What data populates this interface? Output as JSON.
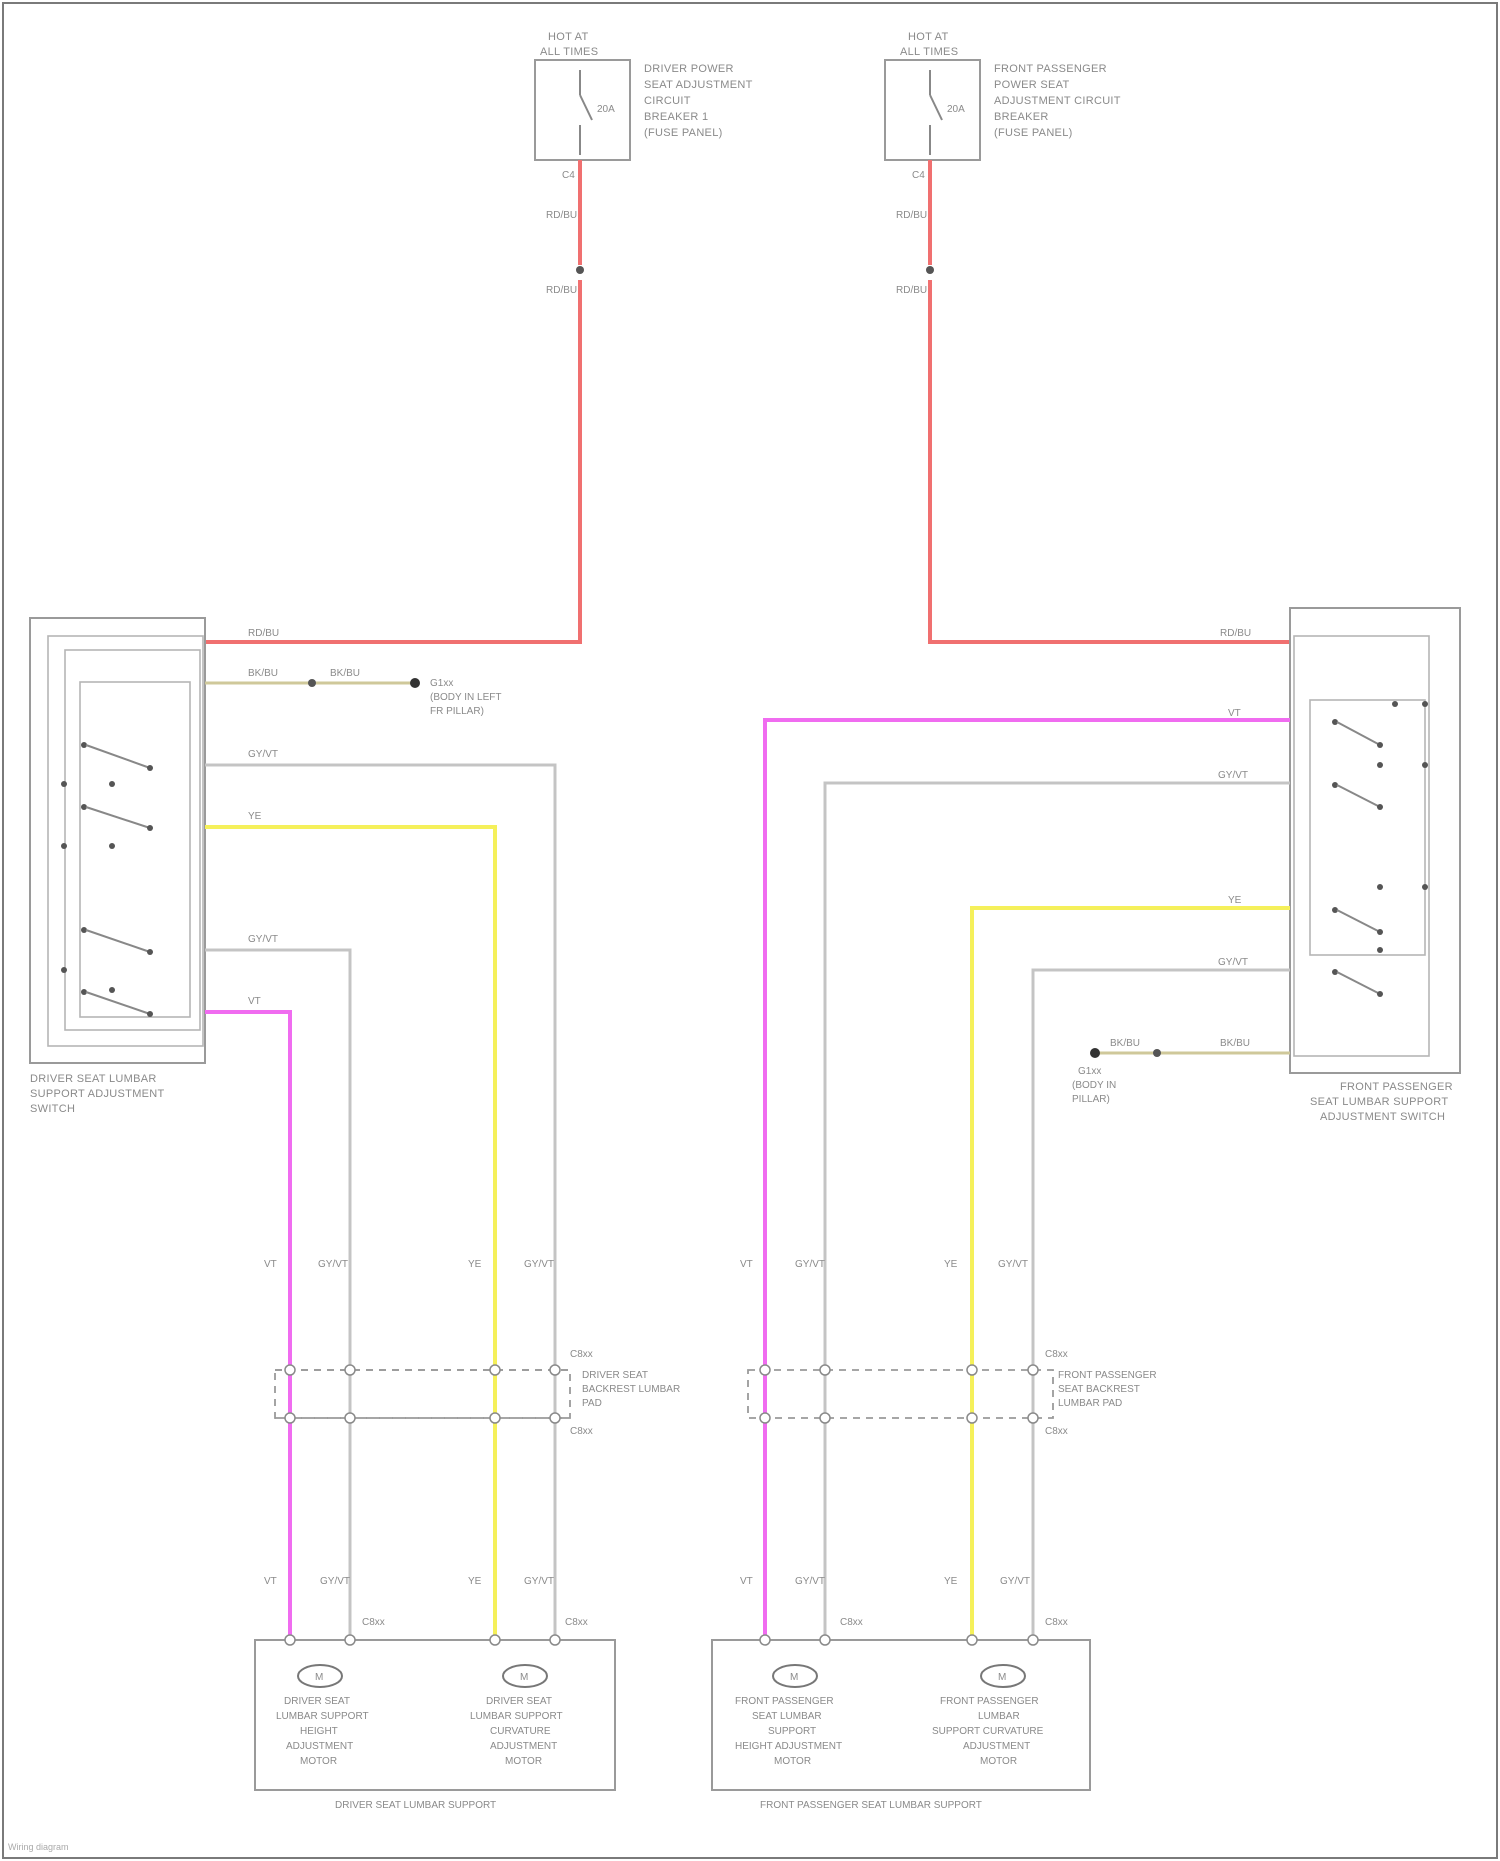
{
  "fuses": {
    "left": {
      "top": "HOT AT",
      "sub": "ALL TIMES",
      "desc": [
        "DRIVER POWER",
        "SEAT ADJUSTMENT",
        "CIRCUIT",
        "BREAKER 1",
        "(FUSE PANEL)"
      ],
      "rating": "20A",
      "pin": "C4",
      "wire1": "RD/BU",
      "wire2": "RD/BU"
    },
    "right": {
      "top": "HOT AT",
      "sub": "ALL TIMES",
      "desc": [
        "FRONT PASSENGER",
        "POWER SEAT",
        "ADJUSTMENT CIRCUIT",
        "BREAKER",
        "(FUSE PANEL)"
      ],
      "rating": "20A",
      "pin": "C4",
      "wire1": "RD/BU",
      "wire2": "RD/BU"
    }
  },
  "left_switch": {
    "name": [
      "DRIVER SEAT LUMBAR",
      "SUPPORT ADJUSTMENT",
      "SWITCH"
    ],
    "wires": {
      "power": "RD/BU",
      "ground1": "BK/BU",
      "ground2": "BK/BU",
      "w1": "GY/VT",
      "w2": "YE",
      "w3": "GY/VT",
      "w4": "VT"
    },
    "ground": [
      "G1xx",
      "(BODY IN LEFT",
      "FR PILLAR)"
    ]
  },
  "right_switch": {
    "name": [
      "FRONT PASSENGER",
      "SEAT LUMBAR SUPPORT",
      "ADJUSTMENT SWITCH"
    ],
    "wires": {
      "power": "RD/BU",
      "w1": "VT",
      "w2": "GY/VT",
      "w3": "YE",
      "w4": "GY/VT",
      "ground1": "BK/BU",
      "ground2": "BK/BU"
    },
    "ground": [
      "G1xx",
      "(BODY IN",
      "PILLAR)"
    ]
  },
  "left_connector": {
    "codes": {
      "upper": "C8xx",
      "lower": "C8xx"
    },
    "name": [
      "DRIVER SEAT",
      "BACKREST LUMBAR",
      "PAD"
    ],
    "top_wires": [
      "VT",
      "GY/VT",
      "YE",
      "GY/VT"
    ],
    "bottom_wires": [
      "VT",
      "GY/VT",
      "YE",
      "GY/VT"
    ]
  },
  "right_connector": {
    "codes": {
      "upper": "C8xx",
      "lower": "C8xx"
    },
    "name": [
      "FRONT PASSENGER",
      "SEAT BACKREST",
      "LUMBAR PAD"
    ],
    "top_wires": [
      "VT",
      "GY/VT",
      "YE",
      "GY/VT"
    ],
    "bottom_wires": [
      "VT",
      "GY/VT",
      "YE",
      "GY/VT"
    ]
  },
  "left_assembly": {
    "title": "DRIVER SEAT LUMBAR SUPPORT",
    "codes": [
      "C8xx",
      "C8xx"
    ],
    "motor1": [
      "DRIVER SEAT",
      "LUMBAR SUPPORT",
      "HEIGHT",
      "ADJUSTMENT",
      "MOTOR"
    ],
    "motor2": [
      "DRIVER SEAT",
      "LUMBAR SUPPORT",
      "CURVATURE",
      "ADJUSTMENT",
      "MOTOR"
    ]
  },
  "right_assembly": {
    "title": "FRONT PASSENGER SEAT LUMBAR SUPPORT",
    "codes": [
      "C8xx",
      "C8xx"
    ],
    "motor1": [
      "FRONT PASSENGER",
      "SEAT LUMBAR",
      "SUPPORT",
      "HEIGHT ADJUSTMENT",
      "MOTOR"
    ],
    "motor2": [
      "FRONT PASSENGER",
      "LUMBAR",
      "SUPPORT CURVATURE",
      "ADJUSTMENT",
      "MOTOR"
    ]
  },
  "motor_symbol": "M",
  "footer": "Wiring diagram",
  "colors": {
    "red": "#f07070",
    "pink": "#f06cf0",
    "yellow": "#f5f05a",
    "gray": "#c4c4c4"
  }
}
